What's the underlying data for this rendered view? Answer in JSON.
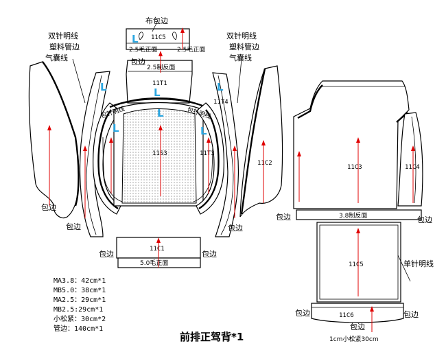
{
  "colors": {
    "line": "#000000",
    "arrow": "#e00000",
    "mark": "#2aa6e0",
    "dots": "#9a9a9a"
  },
  "title": "前排正驾背*1",
  "annotations": {
    "bu_baobian": "布包边",
    "shuangzhen_left": "双针明线",
    "suliao_left": "塑料管边",
    "qinang_left": "气囊线",
    "shuangzhen_right": "双针明线",
    "suliao_right": "塑料管边",
    "qinang_right": "气囊线",
    "maozheng_left": "2.5毛正面",
    "maozheng_right": "2.5毛正面",
    "baobian_t1": "包边",
    "zhifan_t1": "2.5制反面",
    "baobian_left_side": "包边",
    "baobian_left_inner": "包边",
    "baobian_c1_left": "包边",
    "baobian_c1_right": "包边",
    "maozheng_c1": "5.0毛正面",
    "baobian_right_inner": "包边",
    "baobian_c2": "包边",
    "zhifan_c3": "3.8制反面",
    "baobian_c4": "包边",
    "danzhen": "单针明线",
    "baobian_c6_left": "包边",
    "baobian_c6_right": "包边",
    "baobian_c6_bottom": "包边",
    "xiaosongjin_c6": "1cm小松紧30cm",
    "sewing_left": "包针明线",
    "sewing_right": "包针明线"
  },
  "parts": {
    "c5_top": "11C5",
    "t1": "11T1",
    "t4": "11T4",
    "s3": "11S3",
    "t3": "11T3",
    "c1": "11C1",
    "c2": "11C2",
    "c3": "11C3",
    "c4": "11C4",
    "c5_bottom": "11C5",
    "c6": "11C6"
  },
  "marks": {
    "l": "L"
  },
  "legend": [
    "MA3.8：42cm*1",
    "MB5.0：38cm*1",
    "MA2.5：29cm*1",
    "MB2.5:29cm*1",
    "小松紧：30cm*2",
    "管边：140cm*1"
  ]
}
